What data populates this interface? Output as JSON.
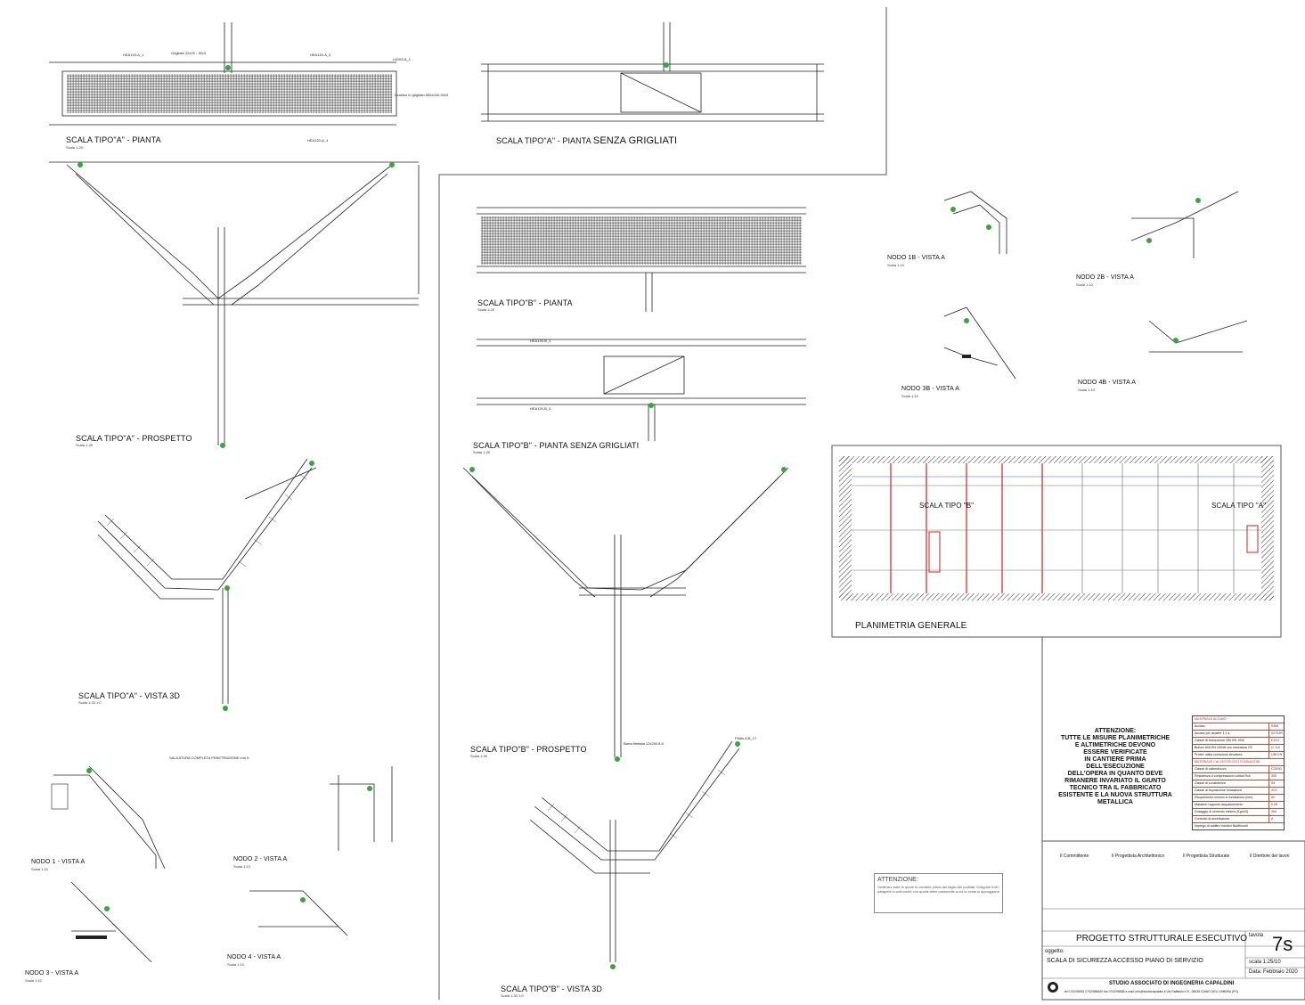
{
  "drawings": {
    "scala_a_pianta": {
      "title": "SCALA TIPO\"A\" - PIANTA",
      "scale": "Scala 1:25"
    },
    "scala_a_senza": {
      "title_prefix": "SCALA TIPO\"A\" - PIANTA",
      "title_suffix": "SENZA GRIGLIATI"
    },
    "scala_a_prospetto": {
      "title": "SCALA TIPO\"A\" - PROSPETTO",
      "scale": "Scala 1:25"
    },
    "scala_a_3d": {
      "title": "SCALA TIPO\"A\" - VISTA 3D",
      "scale": "Scala 1:33 1:0"
    },
    "scala_b_pianta": {
      "title": "SCALA TIPO\"B\" - PIANTA",
      "scale": "Scala 1:25"
    },
    "scala_b_senza": {
      "title": "SCALA TIPO\"B\" - PIANTA SENZA GRIGLIATI",
      "scale": "Scala 1:25"
    },
    "scala_b_prospetto": {
      "title": "SCALA TIPO\"B\" - PROSPETTO",
      "scale": "Scala 1:25"
    },
    "scala_b_3d": {
      "title": "SCALA TIPO\"B\" - VISTA 3D",
      "scale": "Scala 1:33 1:0"
    },
    "nodo_1b": {
      "title": "NODO 1B - VISTA A",
      "scale": "Scala 1:10"
    },
    "nodo_2b": {
      "title": "NODO 2B - VISTA A",
      "scale": "Scala 1:10"
    },
    "nodo_3b": {
      "title": "NODO 3B - VISTA A",
      "scale": "Scala 1:10"
    },
    "nodo_4b": {
      "title": "NODO 4B - VISTA A",
      "scale": "Scala 1:10"
    },
    "nodo_1": {
      "title": "NODO 1 - VISTA A",
      "scale": "Scala 1:10"
    },
    "nodo_2": {
      "title": "NODO 2 - VISTA A",
      "scale": "Scala 1:10"
    },
    "nodo_3": {
      "title": "NODO 3 - VISTA A",
      "scale": "Scala 1:10"
    },
    "nodo_4": {
      "title": "NODO 4 - VISTA A",
      "scale": "Scala 1:10"
    },
    "planimetria": {
      "title": "PLANIMETRIA GENERALE",
      "label_b": "SCALA TIPO \"B\"",
      "label_a": "SCALA TIPO \"A\""
    }
  },
  "labels": {
    "hea120_a1": "HEA120-A_1",
    "hea120_a5": "HEA120-A_5",
    "l50x5_a1": "L50X5-A_1",
    "grigliato": "Grigliato 22x76 - 30x3",
    "gradino": "Gradino in grigliato 800x240-30x3",
    "hea120_a4": "HEA120-A_4",
    "hea120_b1": "HEA120-B_1",
    "hea120_b5": "HEA120-B_5",
    "saldatura": "SALDATURA COMPLETA PENETRAZIONE mm 5",
    "barra": "Barra filettata 12x250 8.8",
    "piatto": "Piatto 8-B_17"
  },
  "attenzione_box": {
    "lines": [
      "ATTENZIONE:",
      "TUTTE LE MISURE PLANIMETRICHE",
      "E ALTIMETRICHE DEVONO",
      "ESSERE VERIFICATE",
      "IN CANTIERE PRIMA",
      "DELL'ESECUZIONE",
      "DELL'OPERA IN QUANTO DEVE",
      "RIMANERE INVARIATO IL GIUNTO",
      "TECNICO TRA IL FABBRICATO",
      "ESISTENTE E LA NUOVA STRUTTURA",
      "METALLICA"
    ]
  },
  "note_box": {
    "title": "ATTENZIONE:",
    "text": "Verificare tutte le quote in cantiere prima del taglio dei profilati. Eseguire tutti i parapetti in uniformità con quelle delle passerelle a cui le scale si appoggiano"
  },
  "materials_table": {
    "header": "MATERIALE ACCIAIO",
    "rows": [
      [
        "Acciaio",
        "S355"
      ],
      [
        "Acciaio per lamiere 1.1.s.",
        "S275JR"
      ],
      [
        "Classe di esecuzione UNI EN 1090",
        "EXC2"
      ],
      [
        "Bulloni UNI EN 15048 con marcatura CE",
        "cl. 8.8"
      ],
      [
        "Protez. dalla corrosione zincatura",
        "UNI EN 1461"
      ],
      [
        "MATERIALE CALCESTRUZZO FONDAZIONI",
        ""
      ],
      [
        "Classe di calcestruzzo",
        "C25/30"
      ],
      [
        "Resistenza a compressione cubica Rck",
        "300"
      ],
      [
        "Classe di consistenza",
        "S4"
      ],
      [
        "Classe di esposizione fondazione",
        "XC2"
      ],
      [
        "Ricoprimento minimo in fondazione (mm)",
        "50"
      ],
      [
        "Massimo rapporto acqua/cemento",
        "0.55"
      ],
      [
        "Dosaggio di cemento minimo (Kg/m3)",
        "300"
      ],
      [
        "Controllo di accettazione",
        "A"
      ],
      [
        "Impiego di additivi riduttori fluidificanti",
        ""
      ]
    ]
  },
  "title_block": {
    "roles": [
      "Il Committente",
      "Il Progettista Architettonico",
      "Il Progettista Strutturale",
      "Il Direttore dei lavori"
    ],
    "project": "PROGETTO STRUTTURALE ESECUTIVO",
    "tavola_label": "tavola",
    "tavola": "7s",
    "oggetto_label": "oggetto:",
    "oggetto": "SCALA DI SICUREZZA ACCESSO PIANO DI SERVIZIO",
    "scala": "scala 1:25/10",
    "data": "Data: Febbraio 2020",
    "studio": "STUDIO ASSOCIATO DI INGEGNERIA CAPALDINI",
    "studio_info": "tel 0742/98081 0742/986400 fax 0742/98088 e-mail: info@studiocapaldini.it Via Raffaello n°5 - 06035 GIANO DELL'UMBRIA (PG)"
  },
  "colors": {
    "line": "#222222",
    "accent_green": "#3aa53a",
    "accent_red": "#d02020",
    "grid": "#555555"
  }
}
